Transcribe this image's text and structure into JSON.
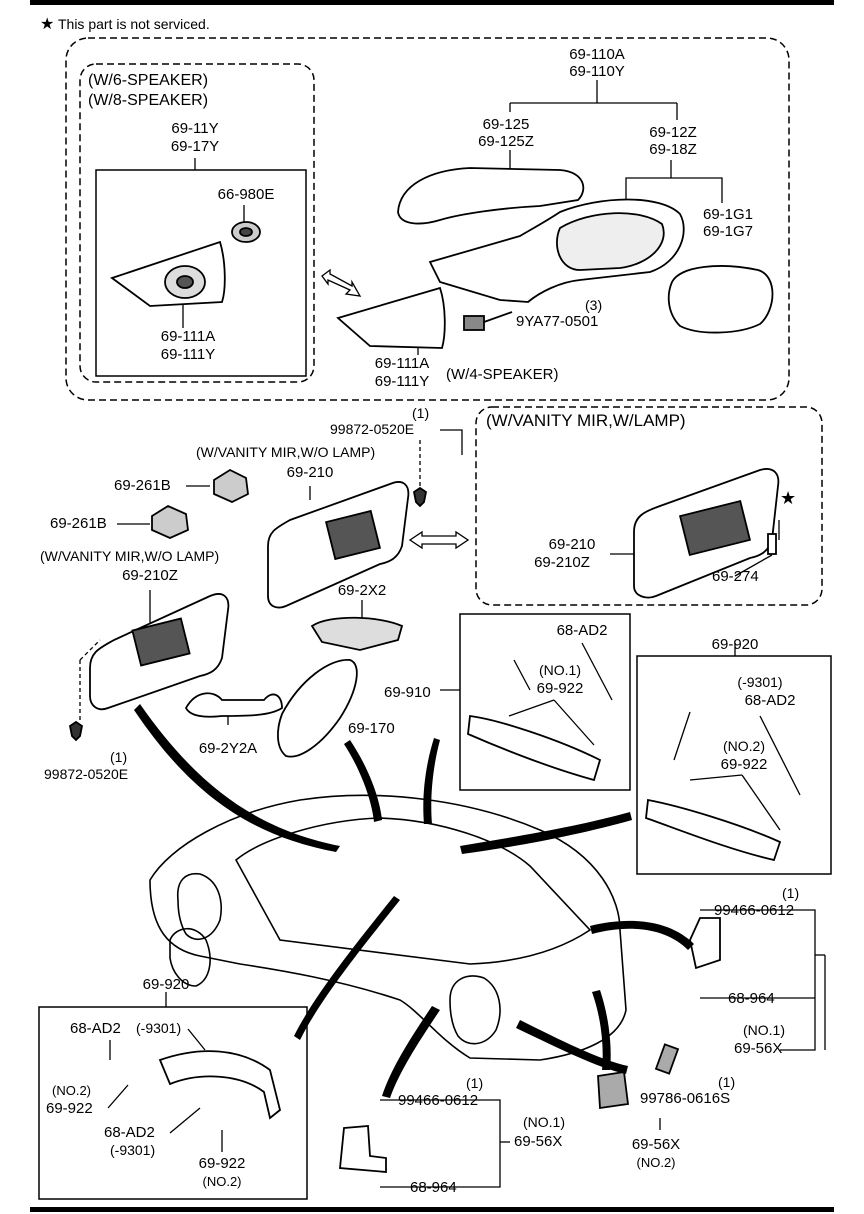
{
  "note": {
    "star": "★",
    "text": "This part is not serviced."
  },
  "labels": {
    "p69_110A": "69-110A",
    "p69_110Y": "69-110Y",
    "w6": "(W/6-SPEAKER)",
    "w8": "(W/8-SPEAKER)",
    "p69_11Y": "69-11Y",
    "p69_17Y": "69-17Y",
    "p66_980E": "66-980E",
    "p69_111A_a": "69-111A",
    "p69_111Y_a": "69-111Y",
    "p69_125": "69-125",
    "p69_125Z": "69-125Z",
    "p69_12Z": "69-12Z",
    "p69_18Z": "69-18Z",
    "p69_1G1": "69-1G1",
    "p69_1G7": "69-1G7",
    "qty3": "(3)",
    "p9YA77": "9YA77-0501",
    "p69_111A_b": "69-111A",
    "p69_111Y_b": "69-111Y",
    "w4": "(W/4-SPEAKER)",
    "qty1_a": "(1)",
    "p99872_a": "99872-0520E",
    "vanity_lamp": "(W/VANITY MIR,W/LAMP)",
    "vanity_nolamp_a": "(W/VANITY MIR,W/O LAMP)",
    "p69_210_a": "69-210",
    "p69_261B_a": "69-261B",
    "p69_261B_b": "69-261B",
    "vanity_nolamp_b": "(W/VANITY MIR,W/O LAMP)",
    "p69_210Z_a": "69-210Z",
    "p69_210_b": "69-210",
    "p69_210Z_b": "69-210Z",
    "p69_274": "69-274",
    "star_b": "★",
    "p69_2X2": "69-2X2",
    "p68_AD2_a": "68-AD2",
    "no1_a": "(NO.1)",
    "p69_922_a": "69-922",
    "p69_910": "69-910",
    "p69_920_a": "69-920",
    "m9301_a": "(-9301)",
    "p68_AD2_b": "68-AD2",
    "no2_a": "(NO.2)",
    "p69_922_b": "69-922",
    "p69_2Y2A": "69-2Y2A",
    "p69_170": "69-170",
    "qty1_b": "(1)",
    "p99872_b": "99872-0520E",
    "qty1_c": "(1)",
    "p99466_a": "99466-0612",
    "p68_964_a": "68-964",
    "no1_b": "(NO.1)",
    "p69_56X_a": "69-56X",
    "p69_920_b": "69-920",
    "p68_AD2_c": "68-AD2",
    "m9301_b": "(-9301)",
    "no2_b": "(NO.2)",
    "p69_922_c": "69-922",
    "p68_AD2_d": "68-AD2",
    "m9301_c": "(-9301)",
    "p69_922_d": "69-922",
    "no2_c": "(NO.2)",
    "qty1_d": "(1)",
    "p99466_b": "99466-0612",
    "no1_c": "(NO.1)",
    "p69_56X_b": "69-56X",
    "p68_964_b": "68-964",
    "qty1_e": "(1)",
    "p99786": "99786-0616S",
    "p69_56X_c": "69-56X",
    "no2_d": "(NO.2)"
  }
}
